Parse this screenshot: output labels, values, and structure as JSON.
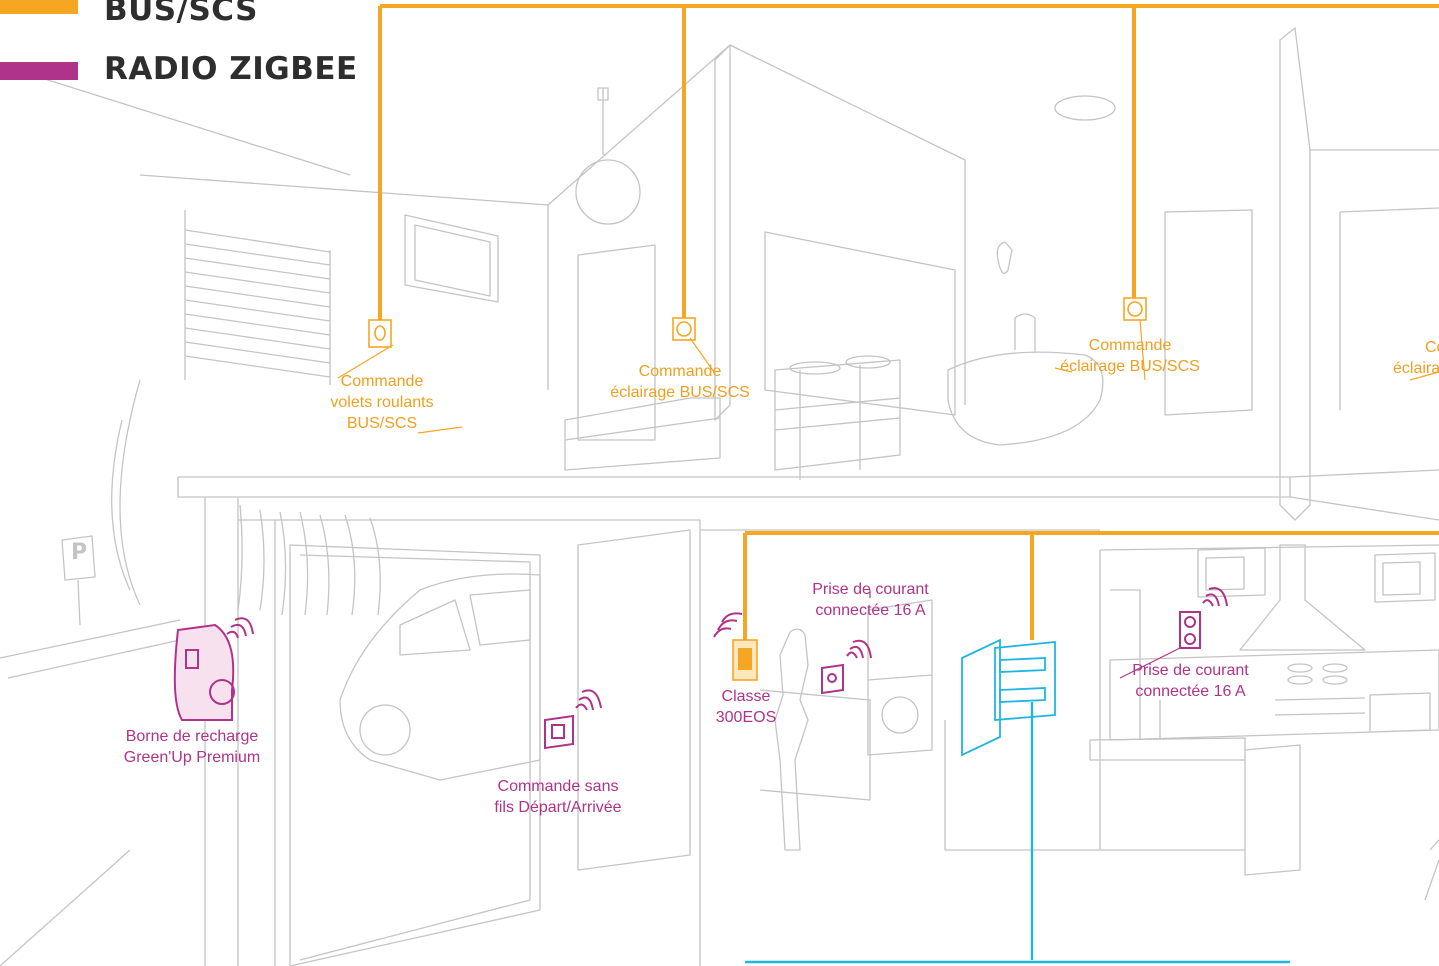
{
  "legend": {
    "bus_label": "BUS/SCS",
    "radio_label": "RADIO ZIGBEE",
    "bus_color": "#f5a623",
    "radio_color": "#b0338a"
  },
  "colors": {
    "lines": "#c8c8c8",
    "bus": "#f5a623",
    "radio": "#b0338a",
    "panel": "#21b6e0"
  },
  "labels": {
    "volets": [
      "Commande",
      "volets roulants",
      "BUS/SCS"
    ],
    "eclairage_chambre": [
      "Commande",
      "éclairage BUS/SCS"
    ],
    "eclairage_sdb": [
      "Commande",
      "éclairage BUS/SCS"
    ],
    "eclairage_right": [
      "Co",
      "éclaira"
    ],
    "borne": [
      "Borne de recharge",
      "Green'Up Premium"
    ],
    "commande_sans_fils": [
      "Commande sans",
      "fils Départ/Arrivée"
    ],
    "classe": [
      "Classe",
      "300EOS"
    ],
    "prise_buanderie": [
      "Prise de courant",
      "connectée 16 A"
    ],
    "prise_cuisine": [
      "Prise de courant",
      "connectée 16 A"
    ]
  },
  "icons": {
    "parking_sign": "P"
  }
}
